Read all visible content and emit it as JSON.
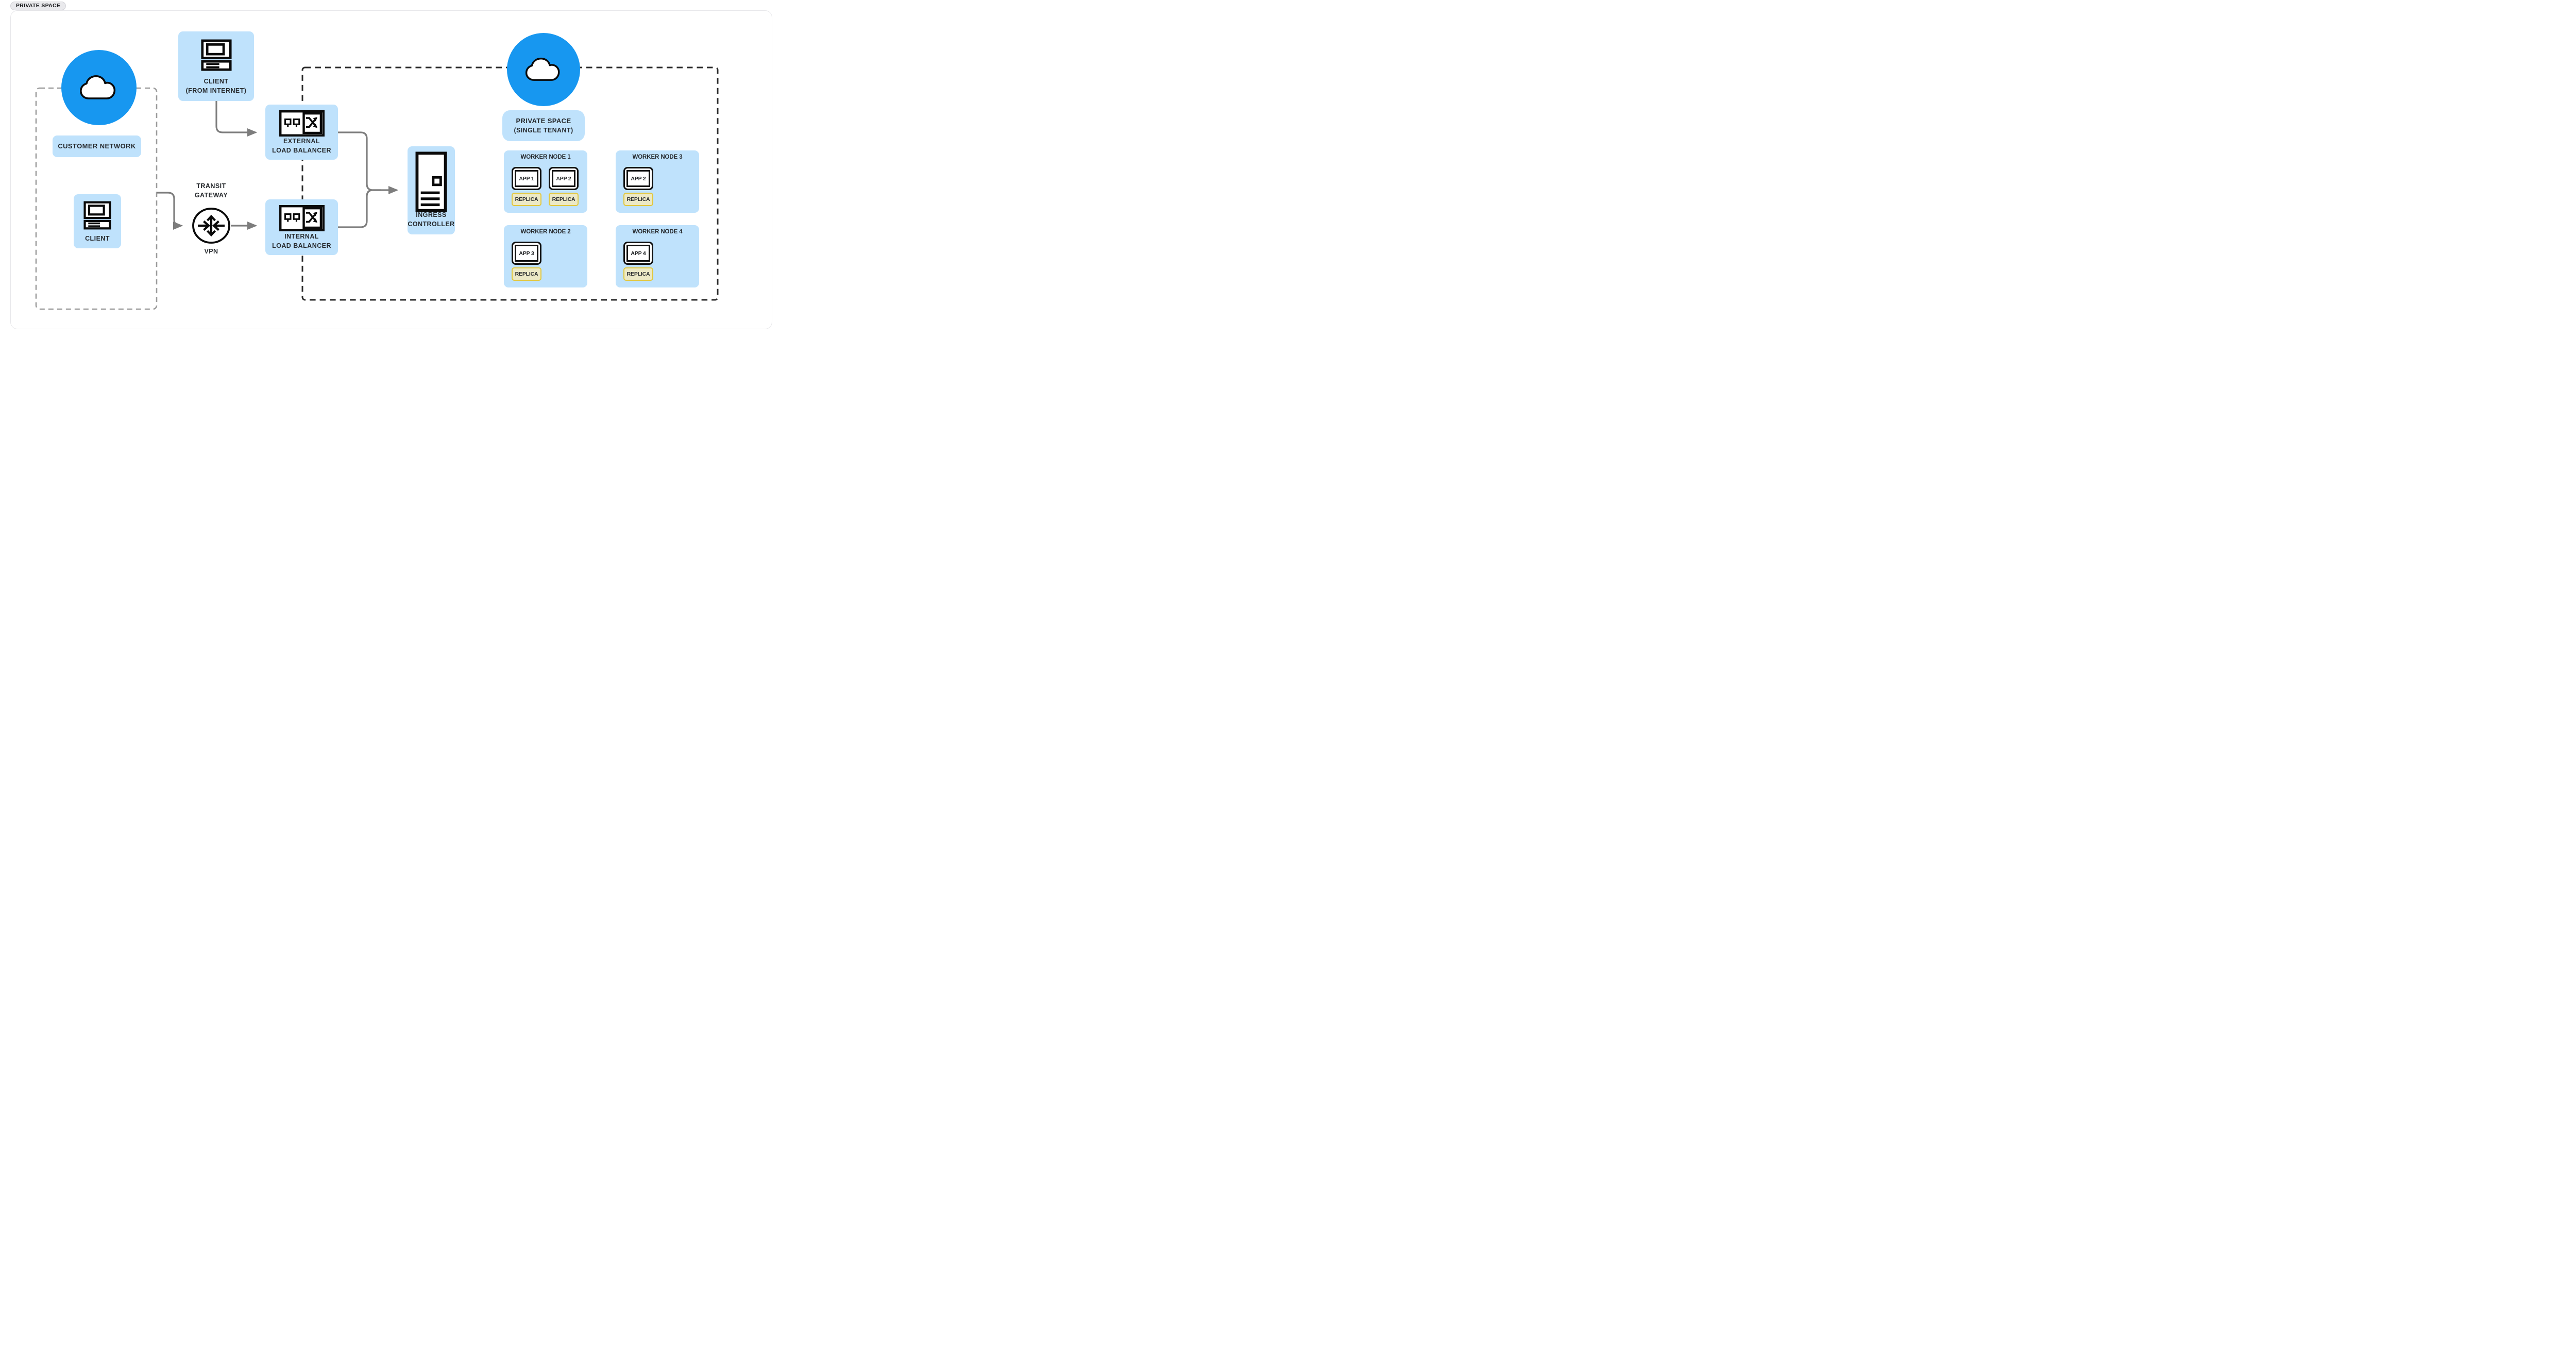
{
  "page_badge": "PRIVATE SPACE",
  "customer_network": {
    "label": "CUSTOMER NETWORK",
    "client_label": "CLIENT"
  },
  "client_internet": {
    "line1": "CLIENT",
    "line2": "(FROM INTERNET)"
  },
  "transit_gateway": {
    "title_line1": "TRANSIT",
    "title_line2": "GATEWAY",
    "subtitle": "VPN"
  },
  "external_lb": {
    "line1": "EXTERNAL",
    "line2": "LOAD BALANCER"
  },
  "internal_lb": {
    "line1": "INTERNAL",
    "line2": "LOAD BALANCER"
  },
  "ingress": {
    "line1": "INGRESS",
    "line2": "CONTROLLER"
  },
  "private_space": {
    "line1": "PRIVATE SPACE",
    "line2": "(SINGLE TENANT)"
  },
  "worker_nodes": [
    {
      "title": "WORKER NODE 1",
      "apps": [
        {
          "label": "APP 1",
          "replica": "REPLICA"
        },
        {
          "label": "APP 2",
          "replica": "REPLICA"
        }
      ]
    },
    {
      "title": "WORKER NODE 2",
      "apps": [
        {
          "label": "APP 3",
          "replica": "REPLICA"
        }
      ]
    },
    {
      "title": "WORKER NODE 3",
      "apps": [
        {
          "label": "APP 2",
          "replica": "REPLICA"
        }
      ]
    },
    {
      "title": "WORKER NODE 4",
      "apps": [
        {
          "label": "APP 4",
          "replica": "REPLICA"
        }
      ]
    }
  ],
  "icons": {
    "customer_cloud": "cloud-icon",
    "private_space_cloud": "cloud-icon",
    "client": "desktop-computer-icon",
    "load_balancer": "crossover-switch-icon",
    "transit_gateway": "router-arrows-icon",
    "ingress": "server-document-icon"
  },
  "colors": {
    "accent_blue": "#1797f0",
    "light_blue": "#bfe2fc",
    "replica_bg": "#ece9c6",
    "replica_border": "#e2c73c",
    "connector_gray": "#7d7d7d",
    "dashed_dark": "#2b2b2b",
    "dashed_gray": "#9c9c9c",
    "text_dark": "#26292d",
    "card_border": "#e7e7ea"
  }
}
